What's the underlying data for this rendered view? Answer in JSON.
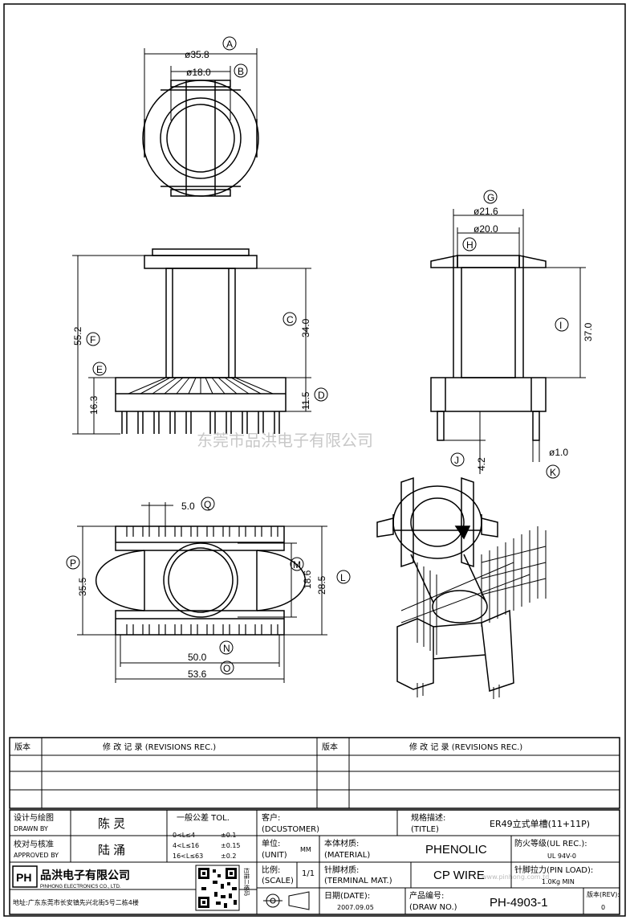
{
  "dims": {
    "A": "A",
    "B": "B",
    "C": "C",
    "D": "D",
    "E": "E",
    "F": "F",
    "G": "G",
    "H": "H",
    "I": "I",
    "J": "J",
    "K": "K",
    "M": "M",
    "N": "N",
    "O": "O",
    "P": "P",
    "Q": "Q",
    "L": "L",
    "d358": "ø35.8",
    "d180": "ø18.0",
    "d216": "ø21.6",
    "d200": "ø20.0",
    "v552": "55.2",
    "v163": "16.3",
    "v340": "34.0",
    "v115": "11.5",
    "v370": "37.0",
    "v42": "4.2",
    "d10": "ø1.0",
    "v50": "5.0",
    "v355": "35.5",
    "v186": "18.6",
    "v285": "28.5",
    "v500": "50.0",
    "v536": "53.6"
  },
  "watermark": "东莞市品洪电子有限公司",
  "watermark2": "www.pinhong.com.td",
  "revisions": {
    "col_version": "版本",
    "col_record": "修 改 记 录 (REVISIONS REC.)"
  },
  "title_block": {
    "designer_label_cn": "设计与绘图",
    "designer_label_en": "DRAWN BY",
    "designer": "陈 灵",
    "checker_label_cn": "校对与核准",
    "checker_label_en": "APPROVED BY",
    "checker": "陆 涌",
    "tol_title": "一般公差 TOL.",
    "tol_rows": [
      {
        "range": "0<L≤4",
        "tol": "±0.1"
      },
      {
        "range": "4<L≤16",
        "tol": "±0.15"
      },
      {
        "range": "16<L≤63",
        "tol": "±0.2"
      }
    ],
    "customer_label_cn": "客户:",
    "customer_label_en": "(DCUSTOMER)",
    "title_label_cn": "规格描述:",
    "title_label_en": "(TITLE)",
    "title": "ER49立式单槽(11+11P)",
    "unit_label_cn": "单位:",
    "unit_label_en": "(UNIT)",
    "unit": "MM",
    "material_label_cn": "本体材质:",
    "material_label_en": "(MATERIAL)",
    "material": "PHENOLIC",
    "flame_label": "防火等级(UL REC.):",
    "flame": "UL 94V-0",
    "scale_label_cn": "比例:",
    "scale_label_en": "(SCALE)",
    "scale": "1/1",
    "terminal_label_cn": "针脚材质:",
    "terminal_label_en": "(TERMINAL MAT.)",
    "terminal": "CP WIRE",
    "pinload_label": "针脚拉力(PIN LOAD):",
    "pinload": "1.0Kg MIN",
    "date_label_cn": "日期(DATE):",
    "date": "2007.09.05",
    "drawno_label_cn": "产品编号:",
    "drawno_label_en": "(DRAW NO.)",
    "drawno": "PH-4903-1",
    "rev_label": "版本(REV):",
    "rev": "0",
    "company_cn": "品洪电子有限公司",
    "company_en": "PINHONG ELECTRONICS CO., LTD.",
    "logo": "PH",
    "address": "地址:广东东莞市长安镇先兴北街5号二栋4楼",
    "qr_caption": "扫描二维码"
  }
}
